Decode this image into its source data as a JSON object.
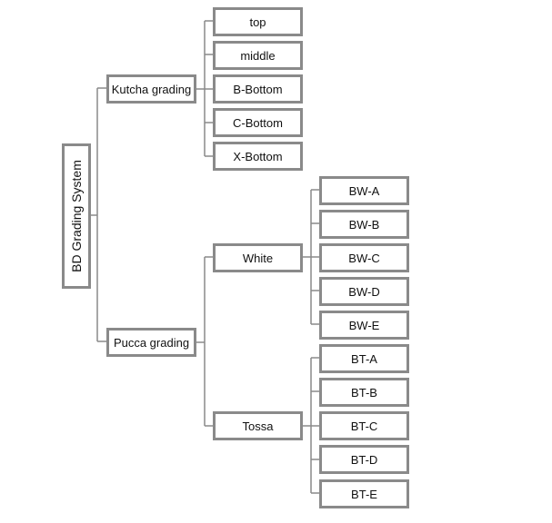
{
  "diagram": {
    "root": "BD Grading System",
    "kutcha": {
      "label": "Kutcha grading",
      "items": [
        "top",
        "middle",
        "B-Bottom",
        "C-Bottom",
        "X-Bottom"
      ]
    },
    "pucca": {
      "label": "Pucca grading",
      "white": {
        "label": "White",
        "items": [
          "BW-A",
          "BW-B",
          "BW-C",
          "BW-D",
          "BW-E"
        ]
      },
      "tossa": {
        "label": "Tossa",
        "items": [
          "BT-A",
          "BT-B",
          "BT-C",
          "BT-D",
          "BT-E"
        ]
      }
    },
    "colors": {
      "border": "#8a8a8a",
      "text": "#111111",
      "background": "#ffffff"
    }
  }
}
